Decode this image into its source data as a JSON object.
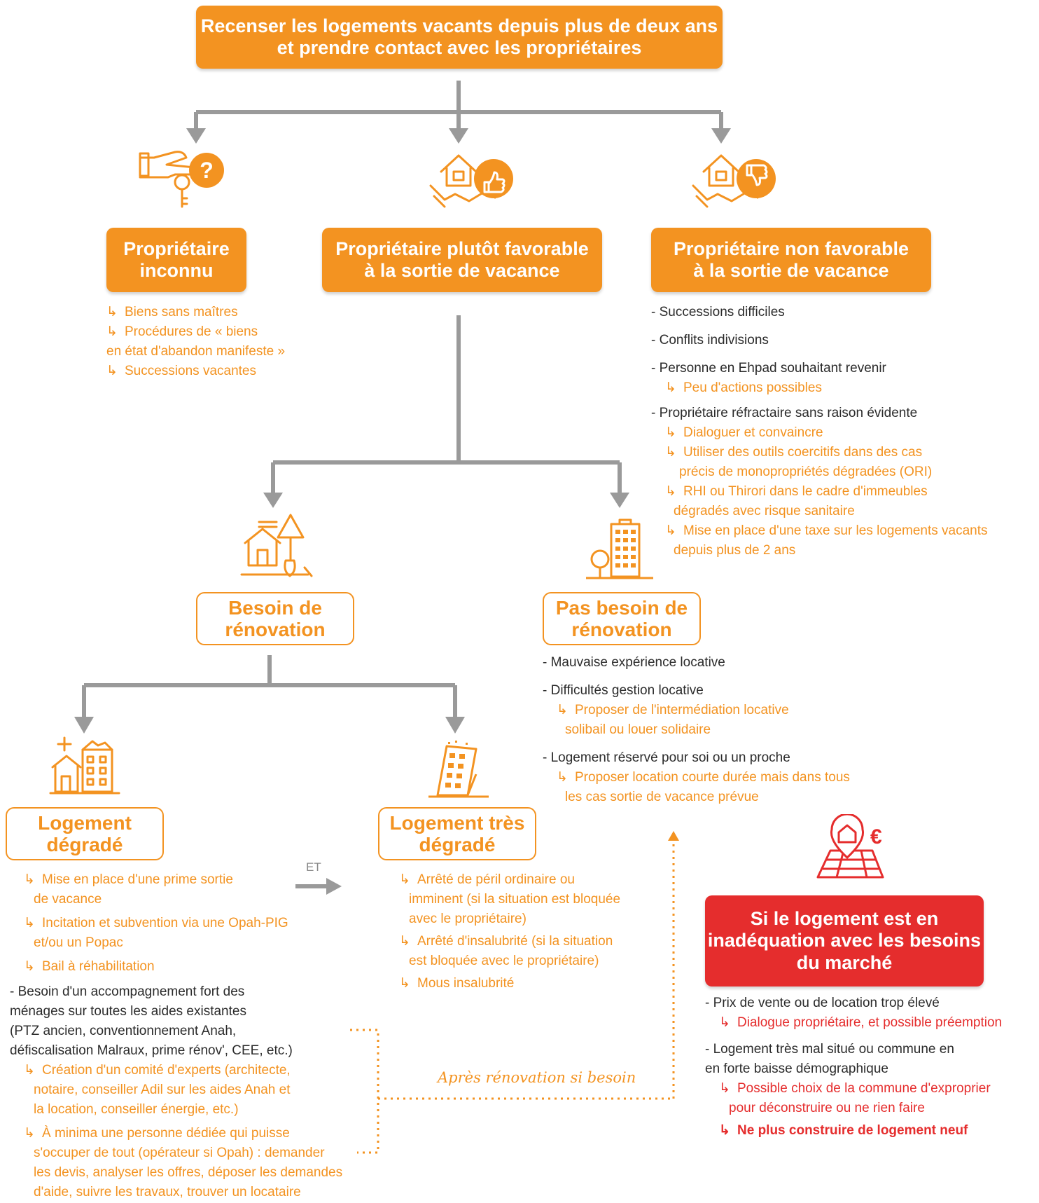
{
  "top_box": "Recenser les logements vacants depuis plus de deux ans\net prendre contact avec les propriétaires",
  "col_inconnu": {
    "title": "Propriétaire\ninconnu",
    "items": [
      "Biens sans maîtres",
      "Procédures de « biens",
      "en état d'abandon manifeste »",
      "Successions vacantes"
    ]
  },
  "col_favorable": {
    "title": "Propriétaire plutôt favorable\nà la sortie de vacance"
  },
  "col_non_favorable": {
    "title": "Propriétaire non favorable\nà la sortie de vacance",
    "l1": "- Successions difficiles",
    "l2": "- Conflits indivisions",
    "l3": "- Personne en Ehpad souhaitant revenir",
    "l3a": "Peu d'actions possibles",
    "l4": "- Propriétaire réfractaire sans raison évidente",
    "l4a": "Dialoguer et convaincre",
    "l4b1": "Utiliser des outils coercitifs dans des cas",
    "l4b2": "précis de monopropriétés dégradées (ORI)",
    "l4c1": "RHI ou Thirori dans le cadre d'immeubles",
    "l4c2": "dégradés avec risque sanitaire",
    "l4d1": "Mise en place d'une taxe sur les logements vacants",
    "l4d2": "depuis plus de 2 ans"
  },
  "besoin_renovation": "Besoin de\nrénovation",
  "pas_besoin": {
    "title": "Pas besoin de\nrénovation",
    "l1": "- Mauvaise expérience locative",
    "l2": "- Difficultés gestion locative",
    "l2a1": "Proposer de l'intermédiation locative",
    "l2a2": "solibail ou louer solidaire",
    "l3": "- Logement réservé pour soi ou un proche",
    "l3a1": "Proposer location courte durée mais dans tous",
    "l3a2": "les cas sortie de vacance prévue"
  },
  "degrade": {
    "title": "Logement\ndégradé",
    "a1": "Mise en place d'une prime sortie",
    "a2": "de vacance",
    "b1": "Incitation et subvention via une Opah-PIG",
    "b2": "et/ou un Popac",
    "c1": "Bail à réhabilitation",
    "d1": "- Besoin d'un accompagnement fort des",
    "d2": "ménages sur toutes les aides existantes",
    "d3": "(PTZ ancien, conventionnement Anah,",
    "d4": "défiscalisation Malraux, prime rénov', CEE, etc.)",
    "e1": "Création d'un comité d'experts (architecte,",
    "e2": "notaire, conseiller Adil sur les aides Anah et",
    "e3": "la location, conseiller énergie, etc.)",
    "f1": "À minima une personne dédiée qui puisse",
    "f2": "s'occuper de tout (opérateur si Opah) : demander",
    "f3": "les devis, analyser les offres, déposer les demandes",
    "f4": "d'aide, suivre les travaux, trouver un locataire"
  },
  "et_label": "ET",
  "tres_degrade": {
    "title": "Logement très\ndégradé",
    "a1": "Arrêté de péril ordinaire ou",
    "a2": "imminent (si la situation est bloquée",
    "a3": "avec le propriétaire)",
    "b1": "Arrêté d'insalubrité (si la situation",
    "b2": "est bloquée avec le propriétaire)",
    "c1": "Mous insalubrité"
  },
  "apres_renovation": "Après rénovation si besoin",
  "inadequation": {
    "title": "Si le logement est en\ninadéquation avec les besoins\ndu marché",
    "l1": "- Prix de vente ou de location trop élevé",
    "l1a": "Dialogue propriétaire, et possible préemption",
    "l2": "- Logement très mal situé ou commune en",
    "l2b": "en forte baisse démographique",
    "l2a1": "Possible choix de la commune d'exproprier",
    "l2a2": "pour déconstruire ou ne rien faire",
    "l2c": "Ne plus construire de logement neuf"
  },
  "colors": {
    "orange": "#f39321",
    "red": "#e52d2d",
    "gray": "#9a9a9a",
    "dark": "#2b2b2b"
  },
  "icons": [
    "key-hand-question-icon",
    "house-handshake-thumbs-up-icon",
    "house-handshake-thumbs-down-icon",
    "house-tree-renovation-icon",
    "apartment-building-tree-icon",
    "damaged-houses-icon",
    "crumbling-building-icon",
    "map-pin-euro-icon"
  ]
}
